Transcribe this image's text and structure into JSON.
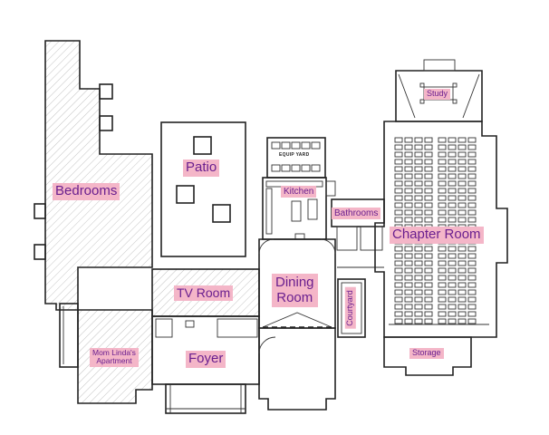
{
  "rooms": {
    "bedrooms": "Bedrooms",
    "patio": "Patio",
    "kitchen": "Kitchen",
    "bathrooms": "Bathrooms",
    "chapter_room": "Chapter Room",
    "study": "Study",
    "tv_room": "TV Room",
    "dining_room_line1": "Dining",
    "dining_room_line2": "Room",
    "courtyard": "Courtyard",
    "apartment_line1": "Mom Linda's",
    "apartment_line2": "Apartment",
    "foyer": "Foyer",
    "storage": "Storage"
  },
  "annotations": {
    "equip_yard": "EQUIP YARD"
  },
  "colors": {
    "label_bg": "#f4b6c8",
    "label_text": "#6a1f8f",
    "wall": "#222222"
  }
}
